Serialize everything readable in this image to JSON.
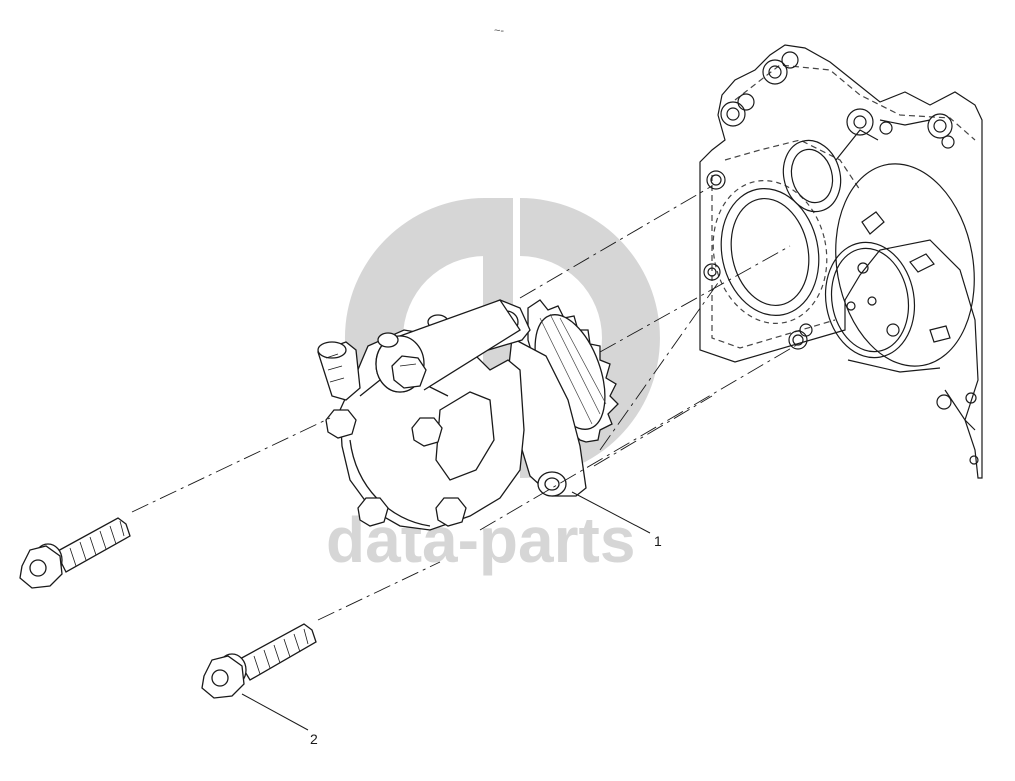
{
  "callouts": [
    {
      "id": "1",
      "label": "1"
    },
    {
      "id": "2",
      "label": "2"
    }
  ],
  "watermark": {
    "logo": "dp",
    "text": "data-parts",
    "color": "#c8c8c8"
  },
  "header_mark": "~-",
  "colors": {
    "line": "#1a1a1a",
    "hidden_line": "#444444",
    "background": "#ffffff"
  }
}
